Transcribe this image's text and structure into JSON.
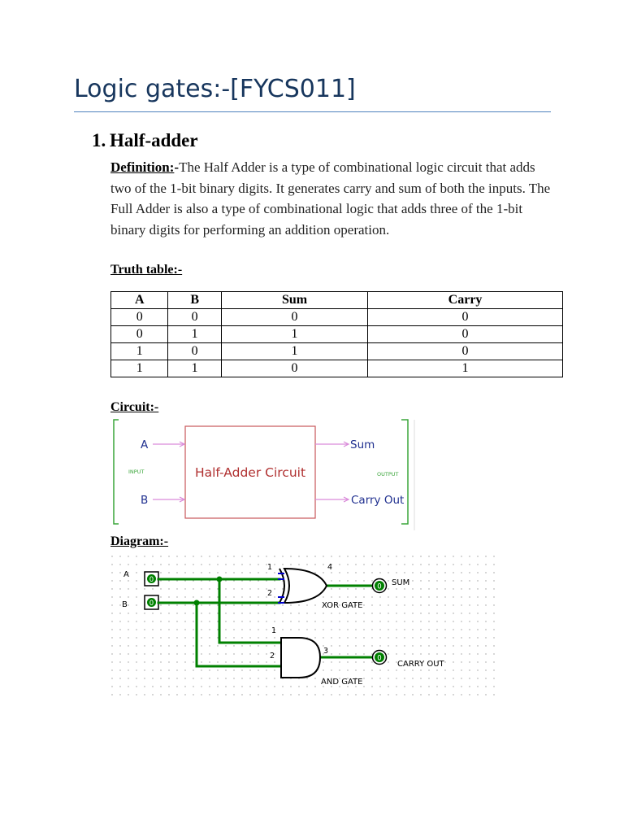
{
  "heading": "Logic gates:-[FYCS011]",
  "section": {
    "number": "1.",
    "title": "Half-adder"
  },
  "definition": {
    "label": "Definition:",
    "dash": "-",
    "text": "The Half Adder is a type of combinational logic circuit that adds two of the 1-bit binary digits. It generates carry and sum of both the inputs. The Full Adder is also a type of combinational logic that adds three of the 1-bit binary digits for performing an addition operation."
  },
  "truth_table": {
    "label": "Truth table:-",
    "headers": [
      "A",
      "B",
      "Sum",
      "Carry"
    ],
    "rows": [
      [
        "0",
        "0",
        "0",
        "0"
      ],
      [
        "0",
        "1",
        "1",
        "0"
      ],
      [
        "1",
        "0",
        "1",
        "0"
      ],
      [
        "1",
        "1",
        "0",
        "1"
      ]
    ]
  },
  "circuit": {
    "label": "Circuit:-",
    "input_a": "A",
    "input_b": "B",
    "input_group": "INPUT",
    "box_label": "Half-Adder Circuit",
    "out_sum": "Sum",
    "out_carry": "Carry Out",
    "output_group": "OUTPUT",
    "colors": {
      "arrow": "#d98ad9",
      "box": "#c9575a",
      "bracket": "#3aa53a",
      "text_blue": "#1f2f8f"
    }
  },
  "diagram": {
    "label": "Diagram:-",
    "input_a": "A",
    "input_b": "B",
    "pin_value_a": "0",
    "pin_value_b": "0",
    "xor_pin_1": "1",
    "xor_pin_2": "2",
    "xor_pin_out": "4",
    "xor_label": "XOR GATE",
    "and_pin_1": "1",
    "and_pin_2": "2",
    "and_pin_out": "3",
    "and_label": "AND GATE",
    "led_sum_value": "0",
    "led_carry_value": "0",
    "out_sum": "SUM",
    "out_carry": "CARRY OUT",
    "colors": {
      "wire": "#008000",
      "pin": "#0000cc"
    }
  }
}
